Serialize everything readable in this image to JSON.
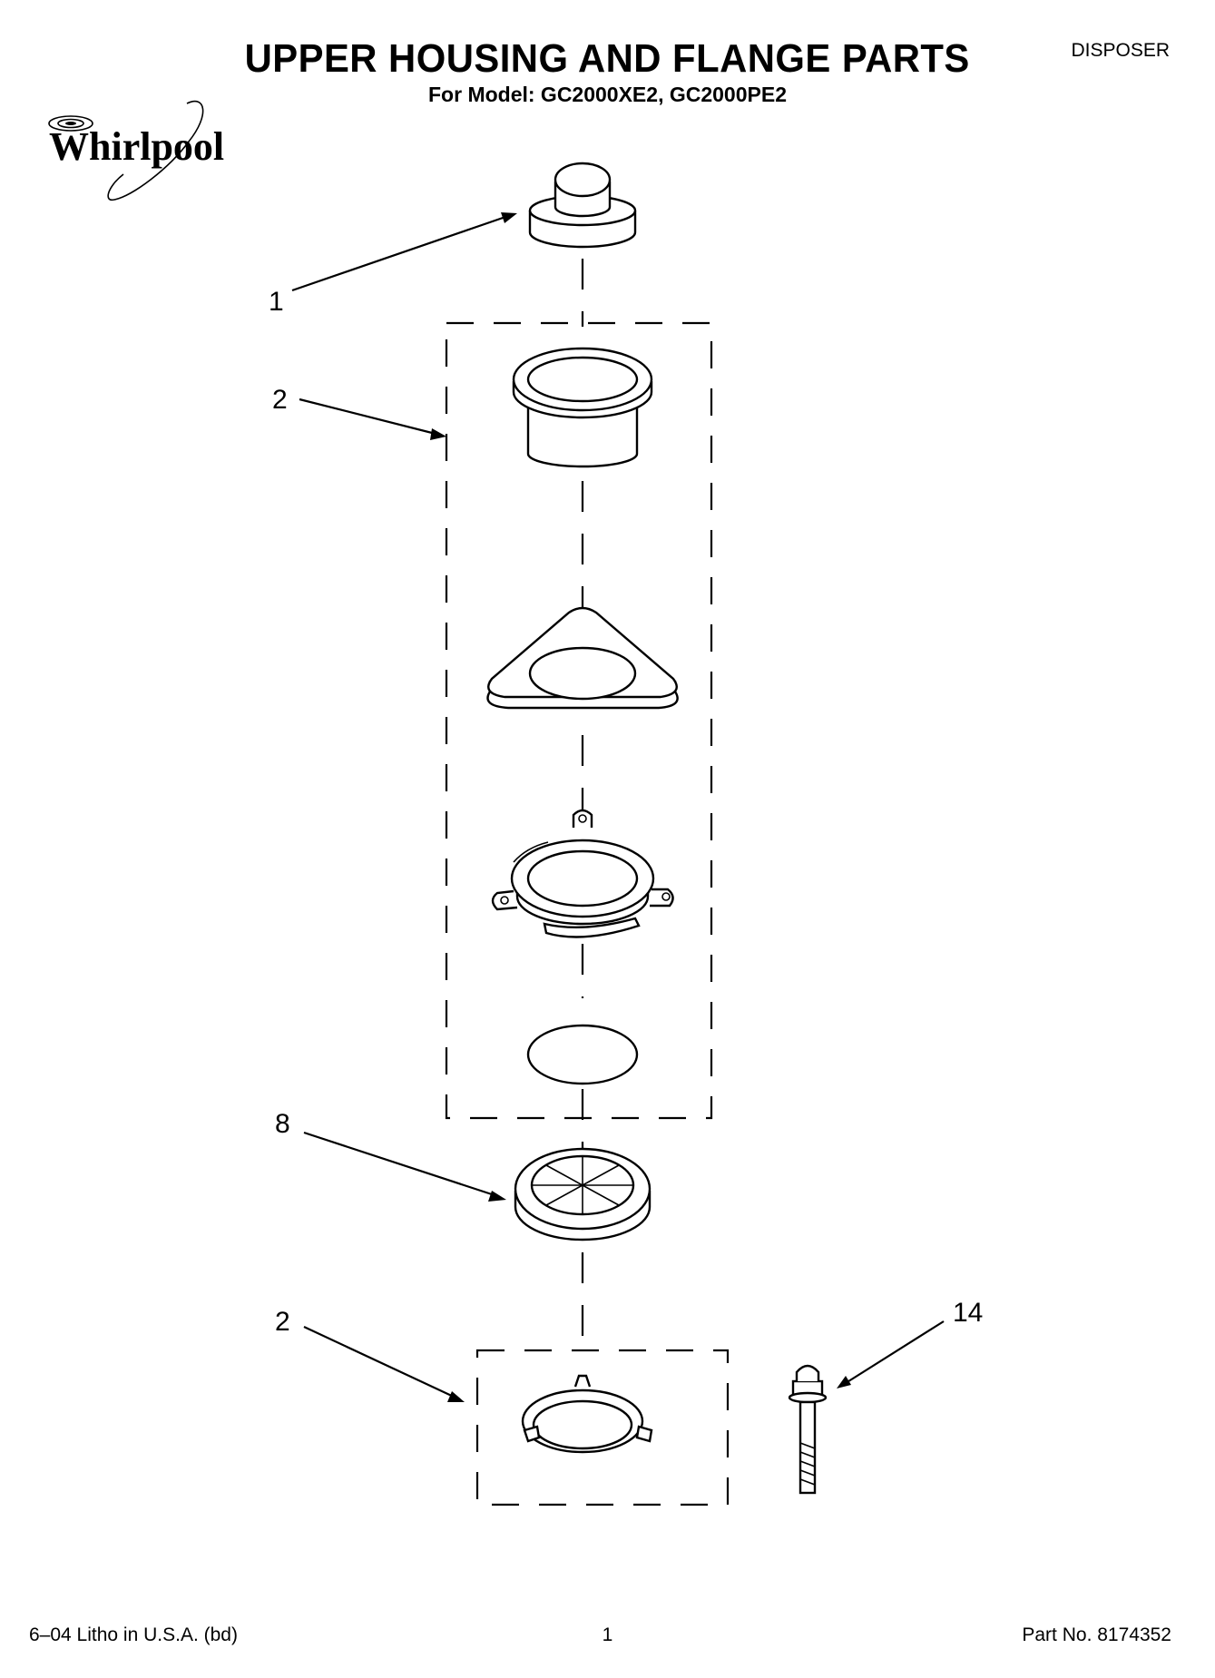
{
  "header": {
    "title": "UPPER HOUSING AND FLANGE PARTS",
    "subtitle": "For Model: GC2000XE2, GC2000PE2",
    "category": "DISPOSER"
  },
  "logo": {
    "brand": "Whirlpool"
  },
  "callouts": {
    "c1": "1",
    "c2_top": "2",
    "c8": "8",
    "c2_bottom": "2",
    "c14": "14"
  },
  "footer": {
    "litho": "6–04 Litho in U.S.A. (bd)",
    "page": "1",
    "part_no": "Part No. 8174352"
  }
}
